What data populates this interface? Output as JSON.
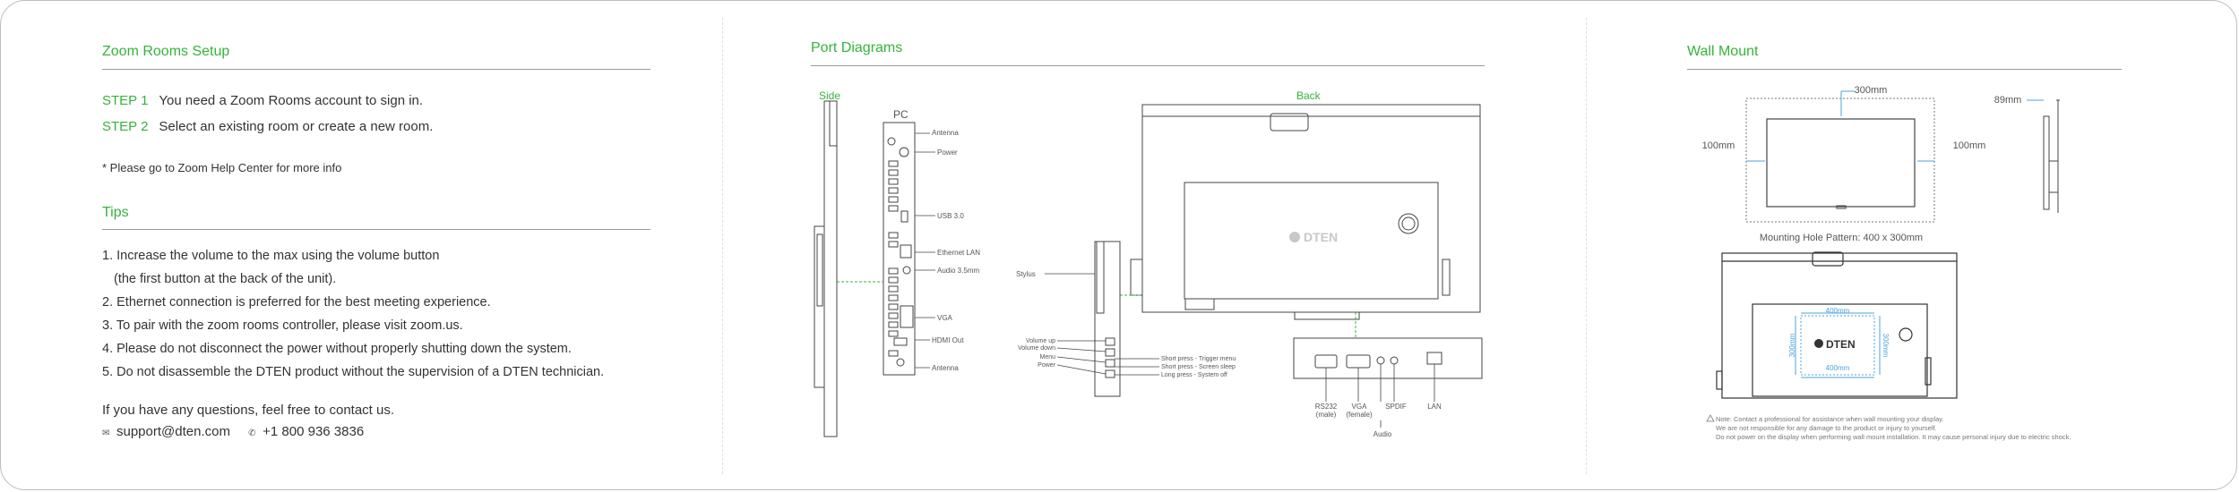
{
  "setup": {
    "title": "Zoom Rooms Setup",
    "steps": [
      {
        "label": "STEP 1",
        "text": "You need a Zoom Rooms account to sign in."
      },
      {
        "label": "STEP 2",
        "text": "Select an existing room or create a new room."
      }
    ],
    "help_note": "* Please go to Zoom Help Center for more info"
  },
  "tips": {
    "title": "Tips",
    "items": [
      "1. Increase the volume to the max using the volume button",
      "(the first button at the back of the unit).",
      "2. Ethernet connection is preferred for the best meeting experience.",
      "3. To pair with the zoom rooms controller, please visit zoom.us.",
      "4. Please do not disconnect the power without properly shutting down the system.",
      "5. Do not disassemble the DTEN product without the supervision of a DTEN technician."
    ]
  },
  "contact": {
    "intro": "If you have any questions, feel free to contact us.",
    "email": "support@dten.com",
    "phone": "+1 800 936 3836",
    "email_icon": "envelope-icon",
    "phone_icon": "phone-icon"
  },
  "ports": {
    "title": "Port Diagrams",
    "side_label": "Side",
    "back_label": "Back",
    "pc_label": "PC",
    "pc_ports": [
      "Antenna",
      "Power",
      "USB 3.0",
      "Ethernet LAN",
      "Audio 3.5mm",
      "VGA",
      "HDMI Out",
      "Antenna"
    ],
    "stylus_label": "Stylus",
    "buttons": [
      "Volume up",
      "Volume down",
      "Menu",
      "Power"
    ],
    "power_actions": [
      "Short press - Trigger menu",
      "Short press - Screen sleep",
      "Long press - System off"
    ],
    "bottom_ports": [
      "RS232",
      "(male)",
      "VGA",
      "(female)",
      "SPDIF",
      "LAN",
      "Audio"
    ],
    "logo_text": "DTEN"
  },
  "wall": {
    "title": "Wall Mount",
    "dim_top": "300mm",
    "dim_left": "100mm",
    "dim_right": "100mm",
    "dim_side": "89mm",
    "pattern_caption": "Mounting Hole Pattern: 400 x 300mm",
    "inner_h": "400mm",
    "inner_v_left": "300mm",
    "inner_v_right": "300mm",
    "inner_bottom": "400mm",
    "logo_text": "DTEN",
    "note_lines": [
      "Note: Contact a professional for assistance when wall mounting your display.",
      "We are not responsible for any damage to the product or injury to yourself.",
      "Do not power on the display when performing wall mount installation. It may cause personal injury due to electric shock."
    ],
    "warning_icon": "warning-icon",
    "accent_color": "#4aa3df"
  },
  "colors": {
    "green": "#35b33a",
    "text": "#333333",
    "line": "#9a9a9a"
  }
}
